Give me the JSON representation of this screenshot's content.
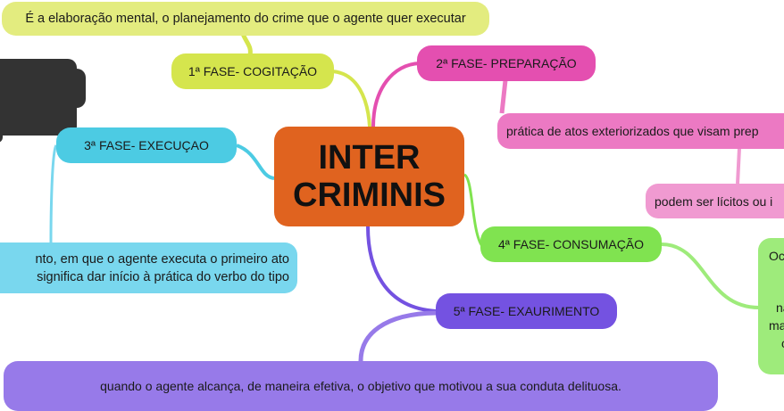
{
  "central": {
    "line1": "INTER",
    "line2": "CRIMINIS",
    "color": "#e0631f"
  },
  "phases": [
    {
      "label": "1ª FASE- COGITAÇÃO",
      "color": "#d5e54d",
      "description": "É a elaboração mental, o planejamento do crime que o agente quer executar",
      "description_color": "#e3ec7f"
    },
    {
      "label": "2ª FASE- PREPARAÇÃO",
      "color": "#e44fb0",
      "description": "prática de atos exteriorizados que visam prep",
      "description_color": "#ec79c3",
      "sub_description": "podem ser lícitos ou i",
      "sub_description_color": "#f09ad1"
    },
    {
      "label": "3ª FASE- EXECUÇAO",
      "color": "#4ccbe3",
      "description_lines": [
        "nto, em que o agente executa o primeiro ato",
        "significa dar início à prática do verbo do tipo"
      ],
      "description_color": "#79d7ee"
    },
    {
      "label": "4ª FASE- CONSUMAÇÃO",
      "color": "#80e350",
      "description_lines": [
        "Oc",
        "",
        "na",
        "ma",
        "c"
      ],
      "description_color": "#9eeb7b"
    },
    {
      "label": "5ª FASE- EXAURIMENTO",
      "color": "#7452e1",
      "description": "quando o agente alcança, de maneira efetiva, o objetivo que motivou a sua conduta delituosa.",
      "description_color": "#977ae9"
    }
  ]
}
